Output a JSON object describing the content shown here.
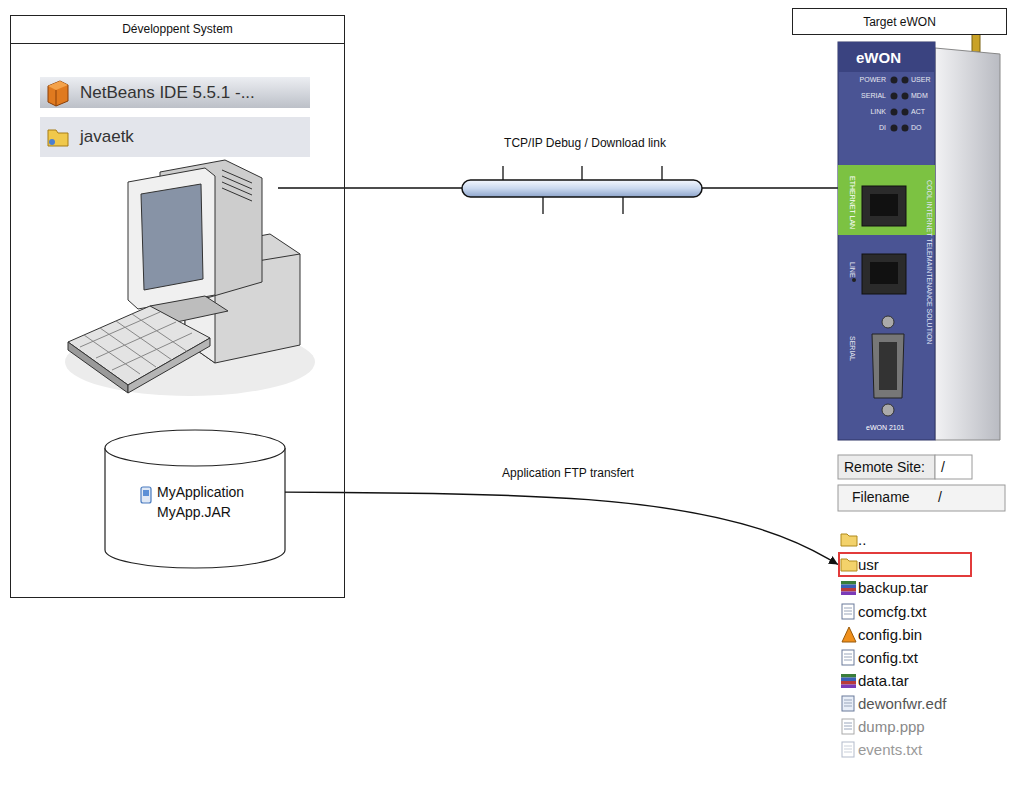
{
  "diagram": {
    "nodes": [
      {
        "text": [
          "Développent System"
        ]
      },
      {
        "text": [
          "NetBeans IDE 5.5.1 -..."
        ],
        "in": 0
      },
      {
        "text": [
          "javaetk"
        ],
        "in": 0
      },
      {
        "text": [
          "MyApplication",
          "MyApp.JAR"
        ],
        "in": 0
      },
      {
        "text": [
          "Target eWON"
        ]
      },
      {
        "text": [
          "Remote Site:",
          "/",
          "Filename",
          "/"
        ]
      },
      {
        "text": [
          "usr"
        ],
        "in": 5
      }
    ],
    "edges": [
      {
        "from": 3,
        "to": 6,
        "arrow": "to",
        "label": "Application FTP transfert"
      }
    ],
    "labels": [
      "TCP/IP Debug / Download link",
      "eWON",
      "POWER",
      "USER",
      "SERIAL",
      "MDM",
      "LINK",
      "ACT",
      "DI",
      "DO",
      "ETHERNET LAN",
      "LINE",
      "SERIAL",
      "COOL INTERNET TELEMAINTENANCE SOLUTION",
      "eWON 2101",
      "..",
      "backup.tar",
      "comcfg.txt",
      "config.bin",
      "config.txt",
      "data.tar",
      "dewonfwr.edf",
      "dump.ppp",
      "events.txt"
    ]
  }
}
